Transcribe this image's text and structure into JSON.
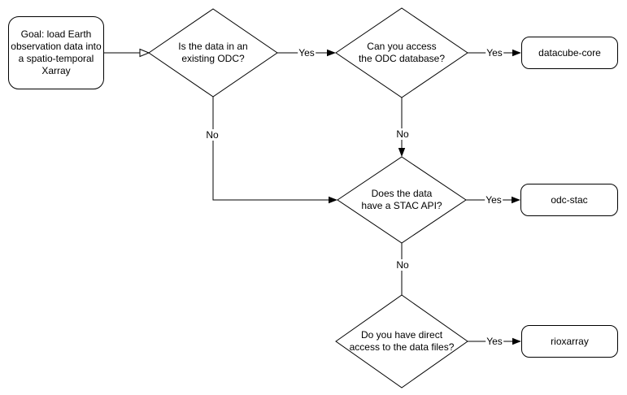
{
  "diagram": {
    "background_color": "#ffffff",
    "line_color": "#000000",
    "text_color": "#000000",
    "nodes": {
      "goal": {
        "label": "Goal: load Earth\nobservation data into\na spatio-temporal\nXarray"
      },
      "q_existing_odc": {
        "label": "Is the data in an\nexisting ODC?"
      },
      "q_access_db": {
        "label": "Can you access\nthe ODC database?"
      },
      "q_stac_api": {
        "label": "Does the data\nhave a STAC API?"
      },
      "q_direct_access": {
        "label": "Do you have direct\naccess to the data files?"
      },
      "datacube_core": {
        "label": "datacube-core"
      },
      "odc_stac": {
        "label": "odc-stac"
      },
      "rioxarray": {
        "label": "rioxarray"
      }
    },
    "edge_labels": {
      "existing_odc_yes": "Yes",
      "existing_odc_no": "No",
      "access_db_yes": "Yes",
      "access_db_no": "No",
      "stac_api_yes": "Yes",
      "stac_api_no": "No",
      "direct_access_yes": "Yes"
    }
  }
}
